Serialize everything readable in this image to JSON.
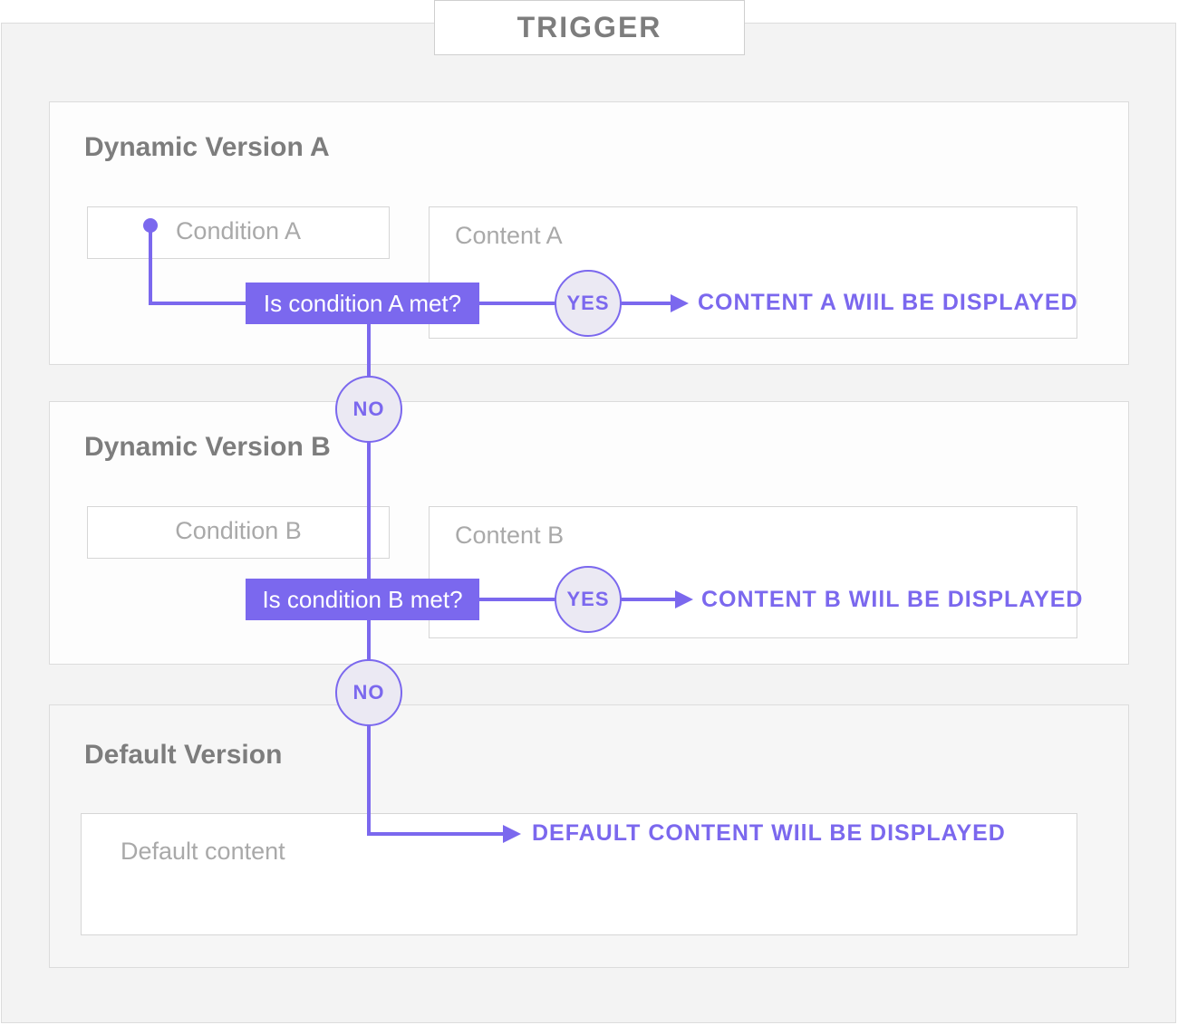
{
  "trigger": "TRIGGER",
  "sections": {
    "a": {
      "title": "Dynamic Version A",
      "condition": "Condition A",
      "content": "Content A",
      "question": "Is condition A met?",
      "yes": "YES",
      "result": "CONTENT A WIlL BE DISPLAYED"
    },
    "b": {
      "title": "Dynamic Version B",
      "condition": "Condition B",
      "content": "Content B",
      "question": "Is condition B met?",
      "yes": "YES",
      "result": "CONTENT B WIlL BE DISPLAYED"
    },
    "default": {
      "title": "Default  Version",
      "content": "Default content",
      "result": "DEFAULT CONTENT WIlL BE DISPLAYED"
    }
  },
  "no_labels": [
    "NO",
    "NO"
  ],
  "colors": {
    "accent": "#7b68ee",
    "circle_fill": "#ebe9f3",
    "title_text": "#7d7d7d",
    "box_text": "#a9a9a9",
    "panel_background": "#f3f3f3"
  }
}
